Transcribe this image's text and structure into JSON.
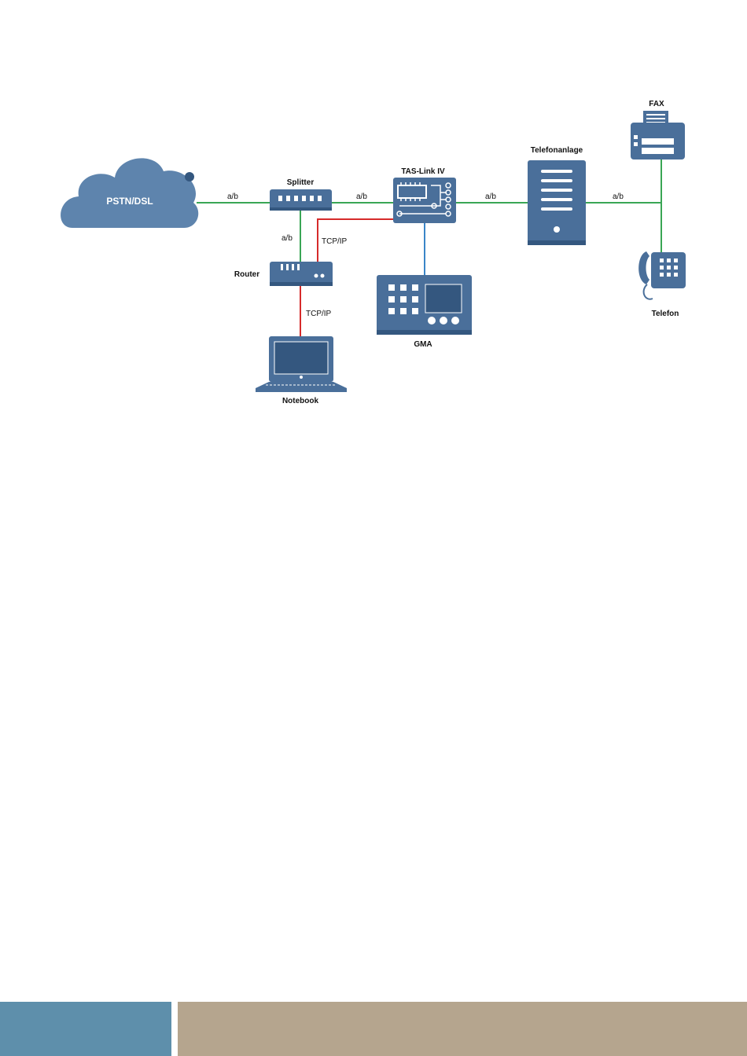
{
  "nodes": {
    "cloud": "PSTN/DSL",
    "splitter": "Splitter",
    "taslink": "TAS-Link IV",
    "pbx": "Telefonanlage",
    "fax": "FAX",
    "phone": "Telefon",
    "router": "Router",
    "gma": "GMA",
    "notebook": "Notebook"
  },
  "links": {
    "cloud_splitter": "a/b",
    "splitter_taslink": "a/b",
    "taslink_pbx": "a/b",
    "pbx_terminals": "a/b",
    "splitter_router": "a/b",
    "router_taslink": "TCP/IP",
    "router_notebook": "TCP/IP"
  },
  "colors": {
    "device": "#4a6f9a",
    "device_light": "#5b80aa",
    "cloud": "#5e84ad",
    "line_ab": "#3aa655",
    "line_tcpip": "#d62b2b",
    "line_gma": "#3a86c8",
    "footer_left": "#5e8fab",
    "footer_right": "#b5a58e"
  }
}
